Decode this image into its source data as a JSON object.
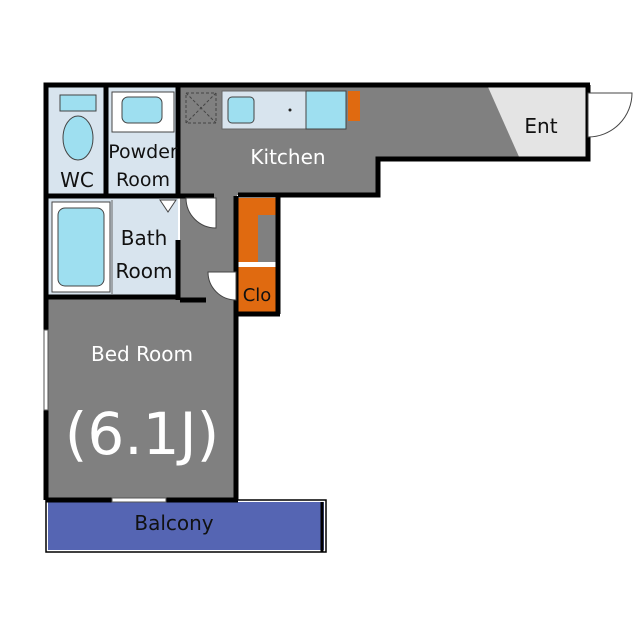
{
  "rooms": {
    "entrance": "Ent",
    "kitchen": "Kitchen",
    "wc": "WC",
    "powder_room_line1": "Powder",
    "powder_room_line2": "Room",
    "bath_room_line1": "Bath",
    "bath_room_line2": "Room",
    "closet": "Clo",
    "bed_room": "Bed Room",
    "bed_room_size": "(6.1J)",
    "balcony": "Balcony"
  },
  "colors": {
    "floor": "#808080",
    "wet_area": "#d8e4ee",
    "fixture": "#9edff0",
    "closet": "#e06a10",
    "balcony": "#5565b3",
    "entrance": "#e4e4e4",
    "wall": "#000000"
  }
}
